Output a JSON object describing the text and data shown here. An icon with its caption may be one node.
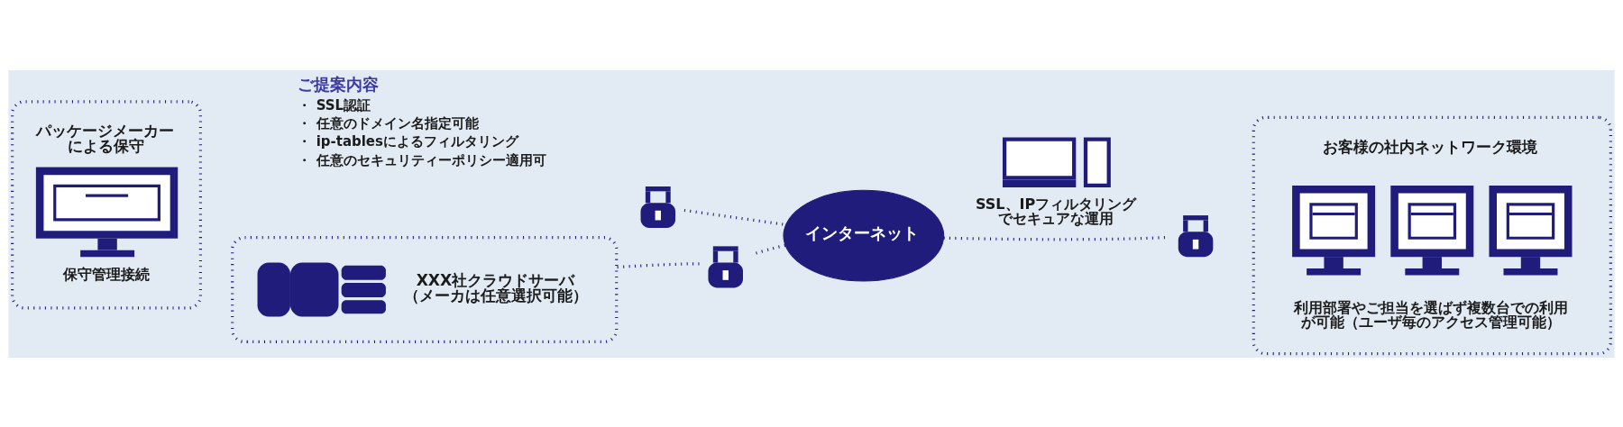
{
  "diagram": {
    "nodes": [
      {
        "text": [
          "パッケージメーカーによる保守",
          "保守管理接続"
        ]
      },
      {
        "text": [],
        "shape": "picture"
      },
      {
        "text": [
          "インターネット"
        ]
      },
      {
        "text": [],
        "shape": "picture"
      },
      {
        "text": [],
        "shape": "picture"
      },
      {
        "text": [
          "お客様の社内ネットワーク環境",
          "利用部署やご担当を選ばず複数台での利用が可能（ユーザ毎のアクセス管理可能）"
        ]
      },
      {
        "text": [],
        "shape": "picture"
      },
      {
        "text": [
          "XXX社クラウドサーバ（メーカは任意選択可能）"
        ]
      }
    ],
    "edges": [
      {
        "from": 1,
        "to": 2,
        "arrow": "none"
      },
      {
        "from": 2,
        "to": 4,
        "arrow": "none",
        "label": "SSL、IPフィルタリングでセキュアな運用"
      },
      {
        "from": 2,
        "to": 6,
        "arrow": "none"
      },
      {
        "from": 6,
        "to": 7,
        "arrow": "none"
      }
    ],
    "labels": [
      "ご提案内容",
      "・ SSL認証",
      "・ 任意のドメイン名指定可能",
      "・ ip-tablesによるフィルタリング",
      "・ 任意のセキュリティーポリシー適用可"
    ]
  }
}
